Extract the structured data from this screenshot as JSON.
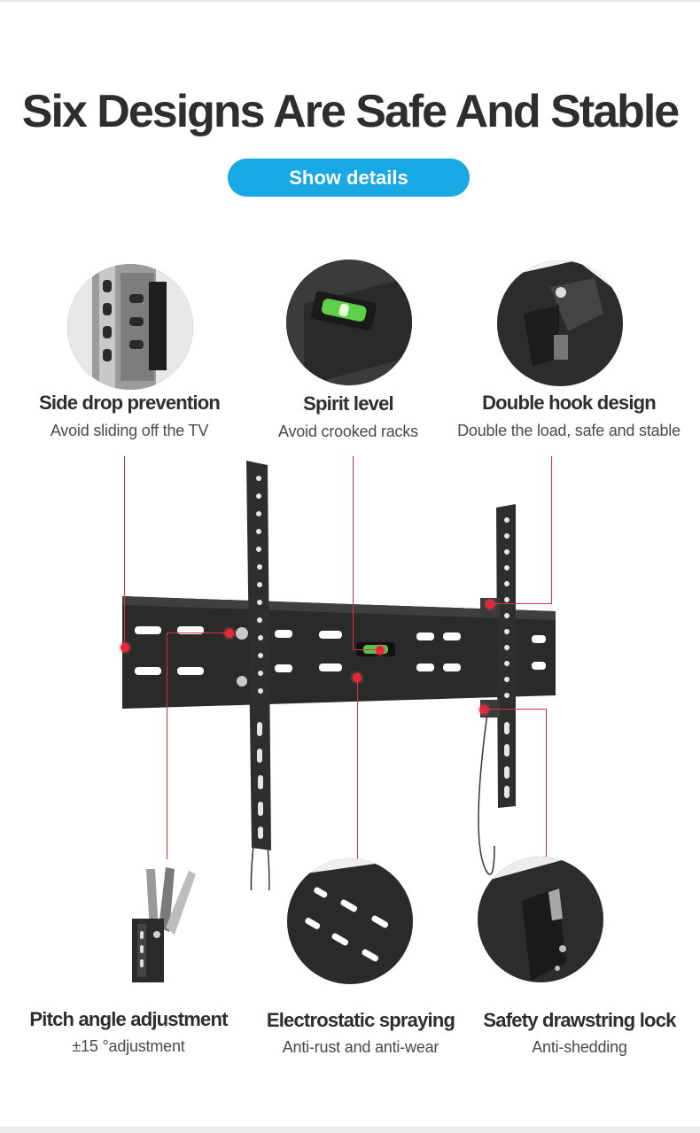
{
  "page": {
    "title": "Six Designs Are Safe And Stable",
    "cta_label": "Show details"
  },
  "features": [
    {
      "title": "Side drop prevention",
      "subtitle": "Avoid sliding off the TV",
      "icon": "side-drop-photo"
    },
    {
      "title": "Spirit level",
      "subtitle": "Avoid crooked racks",
      "icon": "spirit-level-photo"
    },
    {
      "title": "Double hook design",
      "subtitle": "Double the load, safe and stable",
      "icon": "double-hook-photo"
    },
    {
      "title": "Pitch angle adjustment",
      "subtitle": "±15 °adjustment",
      "icon": "pitch-angle-photo"
    },
    {
      "title": "Electrostatic spraying",
      "subtitle": "Anti-rust and anti-wear",
      "icon": "spraying-photo"
    },
    {
      "title": "Safety drawstring lock",
      "subtitle": "Anti-shedding",
      "icon": "drawstring-photo"
    }
  ],
  "colors": {
    "accent": "#18a8e4",
    "callout": "#d8323c",
    "text": "#2e2e2e",
    "bracket": "#2a2a2a"
  }
}
